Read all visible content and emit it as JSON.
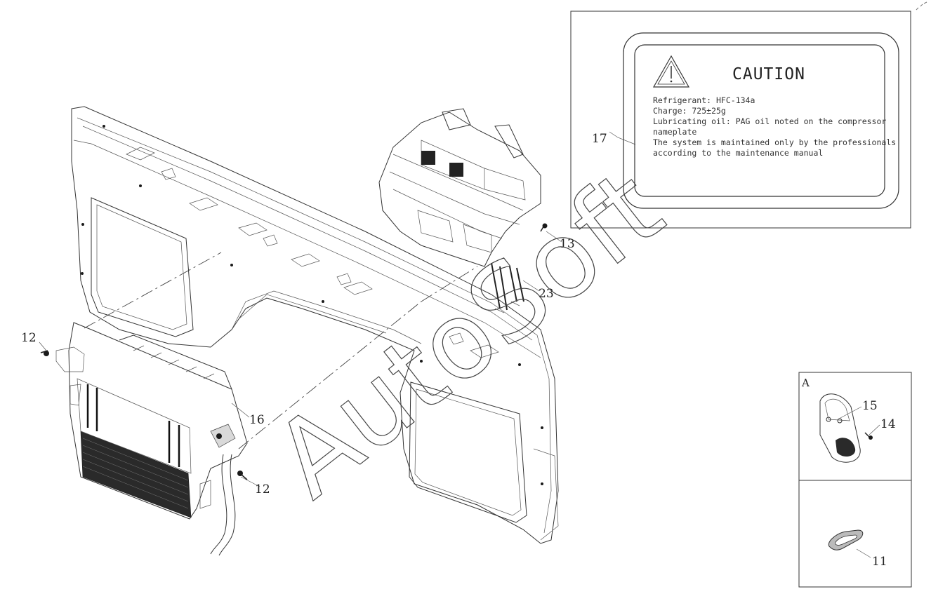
{
  "label": {
    "title": "CAUTION",
    "lines": [
      "Refrigerant: HFC-134a",
      "Charge: 725±25g",
      "Lubricating oil: PAG oil noted on the compressor",
      "nameplate",
      "The system is maintained only by the professionals",
      "according to the maintenance manual"
    ]
  },
  "callouts": {
    "c12a": "12",
    "c12b": "12",
    "c13": "13",
    "c16": "16",
    "c17": "17",
    "c23": "23",
    "c15": "15",
    "c14": "14",
    "c11": "11"
  },
  "inset": {
    "letter": "A"
  },
  "watermark": "AutoSoft"
}
